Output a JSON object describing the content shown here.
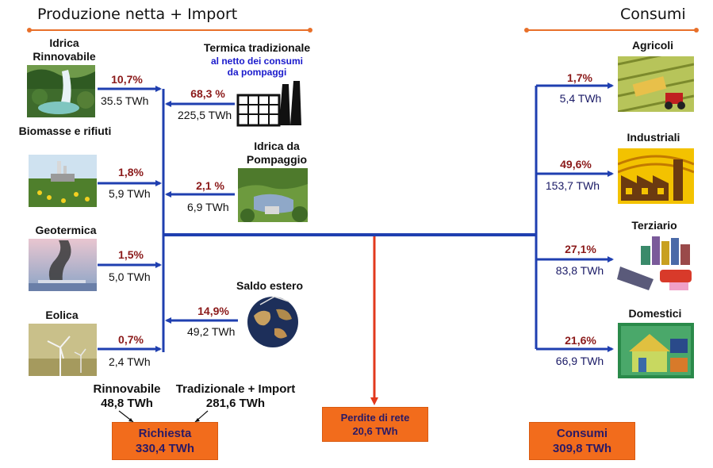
{
  "header": {
    "left_title": "Produzione netta  + Import",
    "right_title": "Consumi"
  },
  "sources": {
    "idrica_rinnovabile": {
      "label_line1": "Idrica",
      "label_line2": "Rinnovabile",
      "pct": "10,7%",
      "twh": "35.5 TWh"
    },
    "biomasse": {
      "label": "Biomasse e rifiuti",
      "pct": "1,8%",
      "twh": "5,9 TWh"
    },
    "geotermica": {
      "label": "Geotermica",
      "pct": "1,5%",
      "twh": "5,0 TWh"
    },
    "eolica": {
      "label": "Eolica",
      "pct": "0,7%",
      "twh": "2,4 TWh"
    },
    "termica": {
      "label": "Termica tradizionale",
      "note_line1": "al netto dei consumi",
      "note_line2": "da pompaggi",
      "pct": "68,3 %",
      "twh": "225,5 TWh"
    },
    "idrica_pompaggio": {
      "label_line1": "Idrica da",
      "label_line2": "Pompaggio",
      "pct": "2,1 %",
      "twh": "6,9 TWh"
    },
    "saldo_estero": {
      "label": "Saldo estero",
      "pct": "14,9%",
      "twh": "49,2 TWh"
    }
  },
  "consumers": {
    "agricoli": {
      "label": "Agricoli",
      "pct": "1,7%",
      "twh": "5,4 TWh"
    },
    "industriali": {
      "label": "Industriali",
      "pct": "49,6%",
      "twh": "153,7 TWh"
    },
    "terziario": {
      "label": "Terziario",
      "pct": "27,1%",
      "twh": "83,8 TWh"
    },
    "domestici": {
      "label": "Domestici",
      "pct": "21,6%",
      "twh": "66,9 TWh"
    }
  },
  "totals": {
    "rinnovabile_label": "Rinnovabile",
    "rinnovabile_value": "48,8 TWh",
    "tradizionale_label": "Tradizionale + Import",
    "tradizionale_value": "281,6 TWh",
    "richiesta_label": "Richiesta",
    "richiesta_value": "330,4 TWh",
    "perdite_label": "Perdite di rete",
    "perdite_value": "20,6 TWh",
    "consumi_label": "Consumi",
    "consumi_value": "309,8 TWh"
  },
  "colors": {
    "flow_blue": "#1f3fb0",
    "loss_red": "#e2381c",
    "box_orange": "#f26c1c",
    "header_line": "#e8702a",
    "pct_red": "#8b1a1a"
  }
}
